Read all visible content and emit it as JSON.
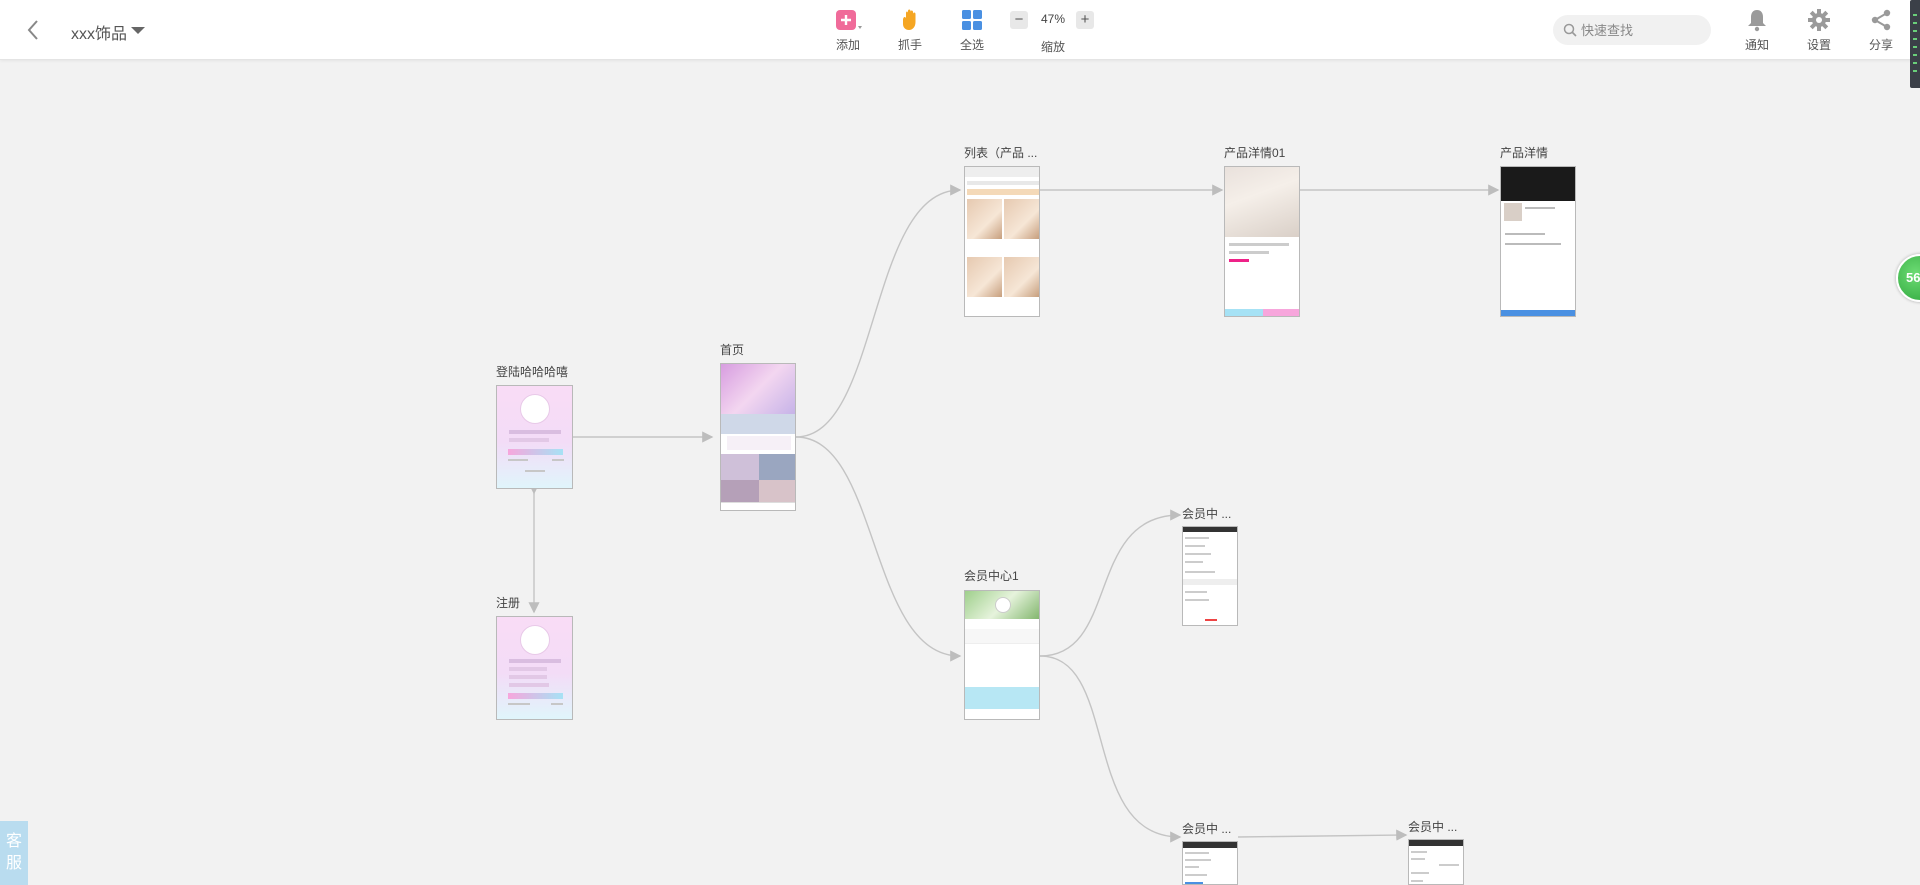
{
  "header": {
    "project_title": "xxx饰品",
    "tools": {
      "add": "添加",
      "grab": "抓手",
      "select_all": "全选",
      "zoom_label": "缩放",
      "zoom_value": "47%",
      "zoom_minus": "−",
      "zoom_plus": "+"
    },
    "search_placeholder": "快速查找",
    "right_tools": {
      "notify": "通知",
      "settings": "设置",
      "share": "分享"
    }
  },
  "pages": {
    "login": "登陆哈哈哈嘻",
    "register": "注册",
    "home": "首页",
    "list": "列表（产品 ...",
    "detail01": "产品洋情01",
    "detail": "产品洋情",
    "member1": "会员中心1",
    "member_a": "会员中 ...",
    "member_b": "会员中 ...",
    "member_c": "会员中 ..."
  },
  "float_badge": "56",
  "support": "客服",
  "colors": {
    "accent_pink": "#f06b9a",
    "accent_blue": "#4a90e2",
    "grab_yellow": "#f5a623",
    "float_green": "#3cbf4a",
    "link_gray": "#bdbdbd"
  },
  "icons": {
    "back": "chevron-left-icon",
    "add": "plus-square-icon",
    "grab": "hand-icon",
    "select_all": "grid-icon",
    "search": "search-icon",
    "notify": "bell-icon",
    "settings": "gear-icon",
    "share": "share-icon"
  }
}
